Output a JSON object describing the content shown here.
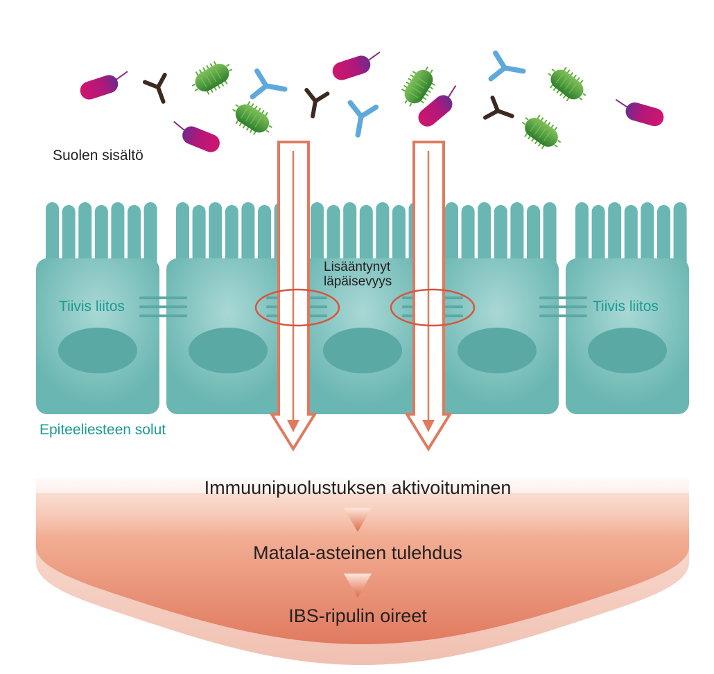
{
  "labels": {
    "lumen": "Suolen sisältö",
    "permeability_line1": "Lisääntynyt",
    "permeability_line2": "läpäisevyys",
    "tight_junction_left": "Tiivis liitos",
    "tight_junction_right": "Tiivis liitos",
    "epithelial_cells": "Epiteeliesteen solut"
  },
  "cascade": {
    "steps": [
      "Immuunipuolustuksen aktivoituminen",
      "Matala-asteinen tulehdus",
      "IBS-ripulin oireet"
    ]
  },
  "icons": {
    "rod_bacterium": "rod-bacterium-icon",
    "ciliated_bacterium": "ciliated-bacterium-icon",
    "antibody": "antibody-icon",
    "epithelial_cell": "epithelial-cell",
    "permeability_arrow": "permeability-arrow"
  },
  "colors": {
    "cell": "#6ab6b2",
    "cell_highlight": "#a9d8d5",
    "nucleus": "#5aa9a4",
    "teal_text": "#1a9a94",
    "arrow": "#e07a5f",
    "ellipse": "#d9543c",
    "rod_bacterium_a": "#c8156f",
    "rod_bacterium_b": "#7b2a8c",
    "green_bacterium": "#3f9a3a",
    "antibody_blue": "#5ea9dc",
    "antibody_dark": "#3a2a20"
  }
}
